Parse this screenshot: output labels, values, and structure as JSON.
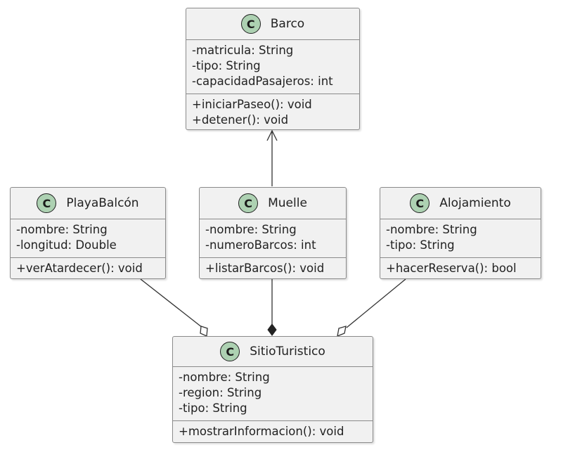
{
  "classes": {
    "barco": {
      "name": "Barco",
      "stereotype": "C",
      "attributes": [
        "-matricula: String",
        "-tipo: String",
        "-capacidadPasajeros: int"
      ],
      "methods": [
        "+iniciarPaseo(): void",
        "+detener(): void"
      ]
    },
    "playa": {
      "name": "PlayaBalcón",
      "stereotype": "C",
      "attributes": [
        "-nombre: String",
        "-longitud: Double"
      ],
      "methods": [
        "+verAtardecer(): void"
      ]
    },
    "muelle": {
      "name": "Muelle",
      "stereotype": "C",
      "attributes": [
        "-nombre: String",
        "-numeroBarcos: int"
      ],
      "methods": [
        "+listarBarcos(): void"
      ]
    },
    "alojamiento": {
      "name": "Alojamiento",
      "stereotype": "C",
      "attributes": [
        "-nombre: String",
        "-tipo: String"
      ],
      "methods": [
        "+hacerReserva(): bool"
      ]
    },
    "sitio": {
      "name": "SitioTuristico",
      "stereotype": "C",
      "attributes": [
        "-nombre: String",
        "-region: String",
        "-tipo: String"
      ],
      "methods": [
        "+mostrarInformacion(): void"
      ]
    }
  },
  "relations": [
    {
      "from": "muelle",
      "to": "barco",
      "kind": "association-arrow"
    },
    {
      "from": "playa",
      "to": "sitio",
      "kind": "aggregation"
    },
    {
      "from": "muelle",
      "to": "sitio",
      "kind": "composition"
    },
    {
      "from": "alojamiento",
      "to": "sitio",
      "kind": "aggregation"
    }
  ],
  "colors": {
    "class_fill": "#f1f1f1",
    "class_border": "#8a8a8a",
    "badge_fill": "#add1b2",
    "edge": "#333333"
  }
}
